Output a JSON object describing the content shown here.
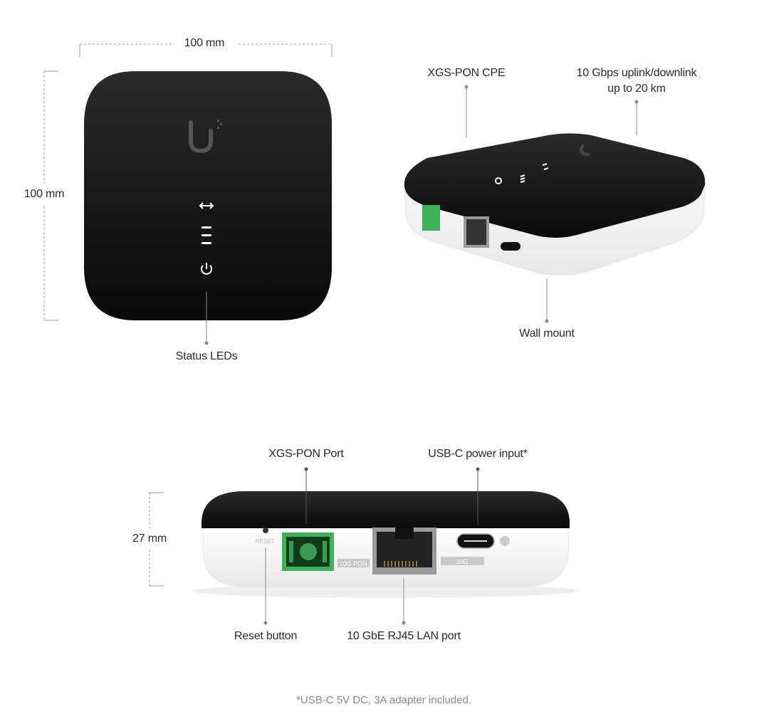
{
  "dimensions": {
    "width": "100 mm",
    "height": "100 mm",
    "depth": "27 mm"
  },
  "callouts": {
    "status_leds": "Status LEDs",
    "xgs_pon_cpe": "XGS-PON CPE",
    "uplink_line1": "10 Gbps uplink/downlink",
    "uplink_line2": "up to 20 km",
    "wall_mount": "Wall mount",
    "xgs_pon_port": "XGS-PON Port",
    "usbc_power": "USB-C power input*",
    "reset_button": "Reset button",
    "rj45_port": "10 GbE RJ45 LAN port"
  },
  "port_labels": {
    "reset": "RESET",
    "pon": "10G PON",
    "lan": "10G"
  },
  "footnote": "*USB-C 5V DC, 3A adapter included.",
  "colors": {
    "device_top": "#111111",
    "device_body": "#f7f7f7",
    "sc_port": "#3fb35a",
    "leader": "#8a8a8a"
  }
}
